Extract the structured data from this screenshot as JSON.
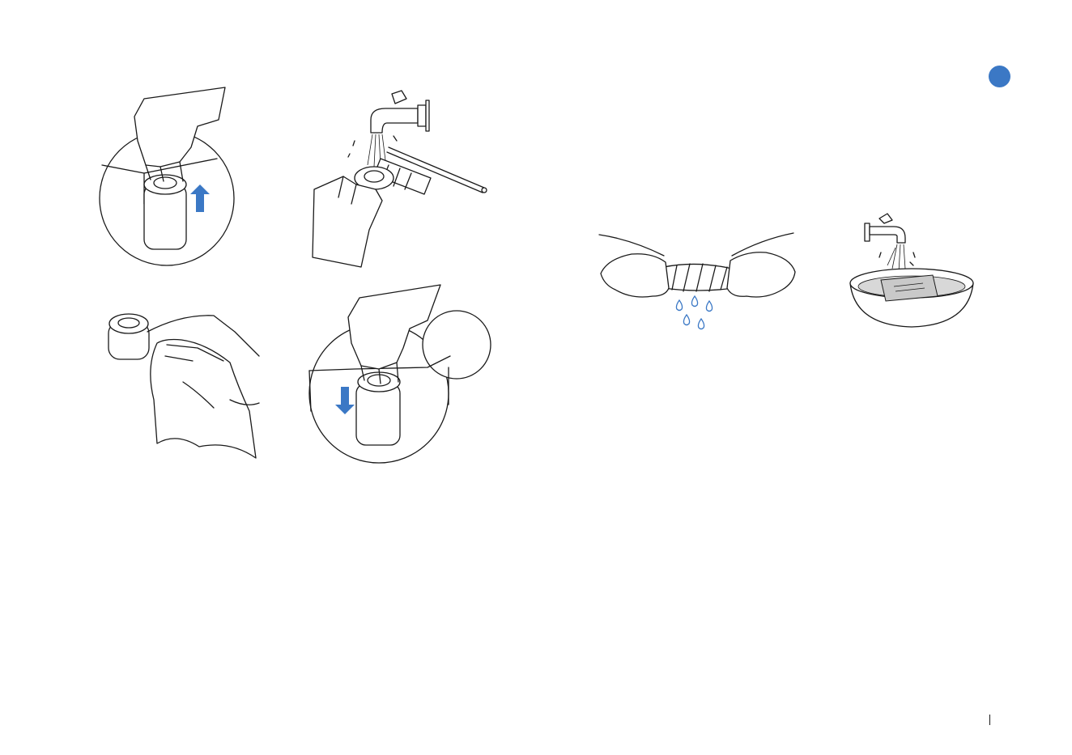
{
  "page": {
    "accent_color": "#3b78c5",
    "water_drop_color": "#3b78c5",
    "step_marker_icon": "blue-circle-icon",
    "page_number": ""
  },
  "figures": [
    {
      "id": "remove-roller",
      "icon": "lift-up-arrow-icon"
    },
    {
      "id": "rinse-roller",
      "icon": "faucet-brush-icon"
    },
    {
      "id": "wipe-roller",
      "icon": "cloth-icon"
    },
    {
      "id": "reinstall-roller",
      "icon": "press-down-arrow-icon"
    },
    {
      "id": "wring-cloth",
      "icon": "water-drops-icon"
    },
    {
      "id": "soak-pad",
      "icon": "faucet-bowl-icon"
    }
  ]
}
